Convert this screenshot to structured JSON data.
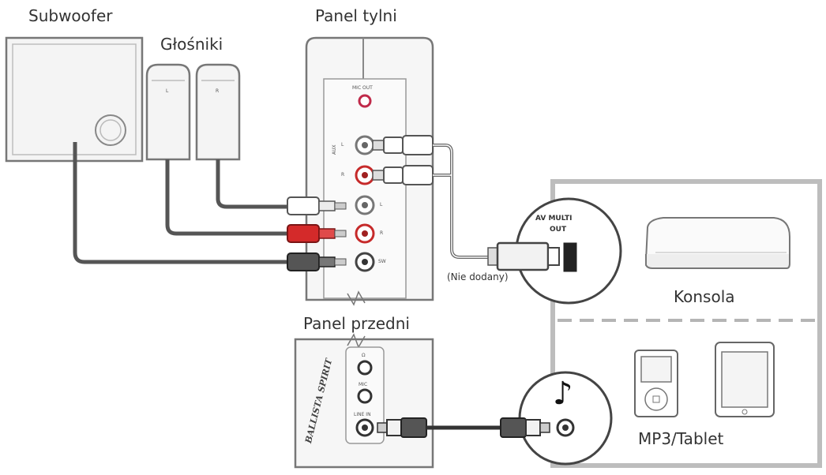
{
  "labels": {
    "subwoofer": "Subwoofer",
    "speakers": "Głośniki",
    "back_panel": "Panel tylni",
    "front_panel": "Panel przedni",
    "console": "Konsola",
    "mp3_tablet": "MP3/Tablet",
    "not_included": "(Nie dodany)",
    "av_multi_out_line1": "AV MULTI",
    "av_multi_out_line2": "OUT"
  },
  "back_panel_jacks": {
    "mic_out": "MIC OUT",
    "aux": "AUX",
    "l_small": "L",
    "r_small": "R",
    "left": "L",
    "right": "R",
    "sw": "SW"
  },
  "front_panel_jacks": {
    "headphones_glyph": "Ω",
    "mic": "MIC",
    "line_in": "LINE IN"
  },
  "speaker_marks": {
    "left": "L",
    "right": "R"
  },
  "brand": "BALLISTA SPIRIT",
  "music_note": "♪",
  "colors": {
    "line": "#6a6a6a",
    "cable": "#4a4a4a",
    "red_plug": "#d42a2a",
    "dark_plug": "#555555",
    "box_border": "#bbbbbb",
    "dash": "#b5b5b5"
  }
}
